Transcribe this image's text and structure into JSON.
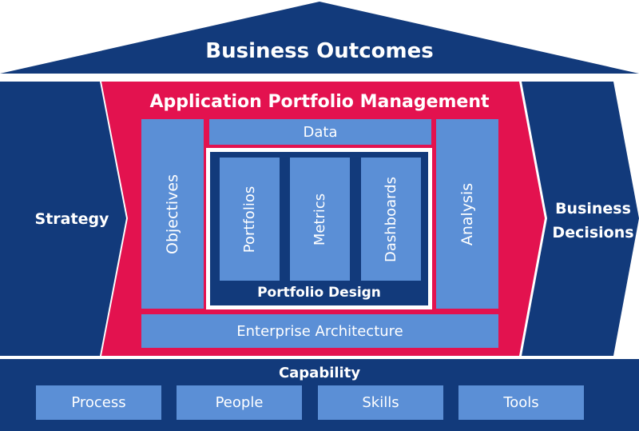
{
  "roof": {
    "title": "Business Outcomes"
  },
  "left_arrow": {
    "label": "Strategy"
  },
  "right_arrow": {
    "line1": "Business",
    "line2": "Decisions"
  },
  "apm": {
    "title": "Application Portfolio Management",
    "data_label": "Data",
    "objectives_label": "Objectives",
    "analysis_label": "Analysis",
    "enterprise_label": "Enterprise Architecture"
  },
  "portfolio_design": {
    "title": "Portfolio Design",
    "items": [
      "Portfolios",
      "Metrics",
      "Dashboards"
    ]
  },
  "capability": {
    "title": "Capability",
    "items": [
      "Process",
      "People",
      "Skills",
      "Tools"
    ]
  },
  "colors": {
    "navy": "#123a7b",
    "crimson": "#e3124f",
    "light_blue": "#5b8fd6",
    "white": "#ffffff"
  }
}
